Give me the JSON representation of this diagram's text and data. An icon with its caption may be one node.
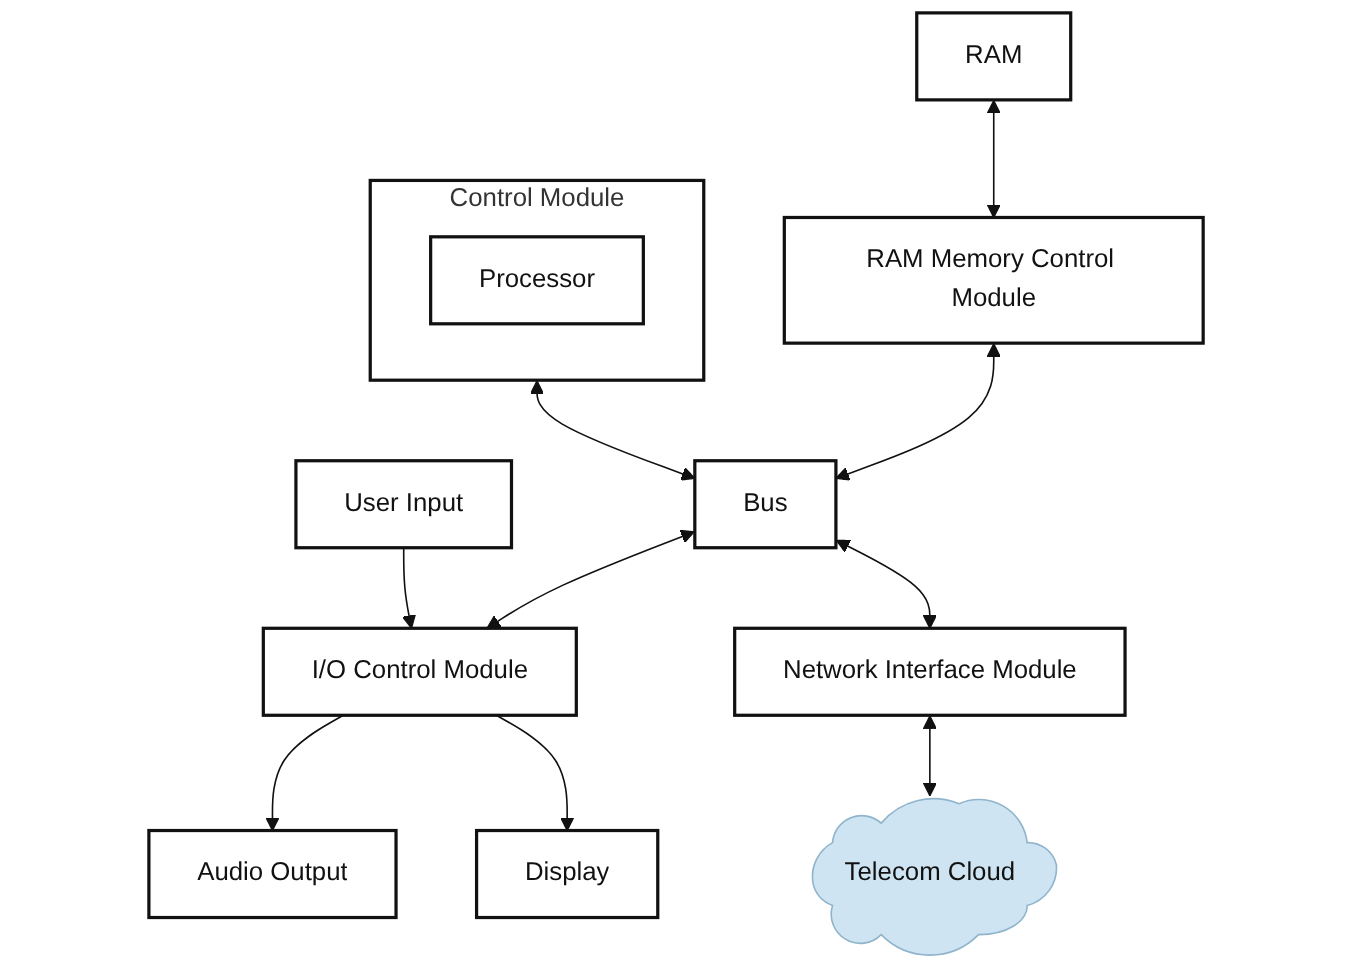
{
  "diagram": {
    "nodes": [
      {
        "text": [
          "RAM"
        ]
      },
      {
        "text": [
          "RAM Memory Control Module"
        ]
      },
      {
        "text": [
          "Control Module"
        ]
      },
      {
        "text": [
          "Processor"
        ],
        "in": 2
      },
      {
        "text": [
          "Bus"
        ]
      },
      {
        "text": [
          "I/O Control Module"
        ]
      },
      {
        "text": [
          "Network Interface Module"
        ]
      },
      {
        "text": [
          "Audio Output"
        ]
      },
      {
        "text": [
          "Display"
        ]
      },
      {
        "text": [
          "User Input"
        ]
      },
      {
        "text": [
          "Telecom Cloud"
        ]
      }
    ],
    "edges": [
      {
        "from": 0,
        "to": 1,
        "arrow": "both"
      },
      {
        "from": 1,
        "to": 4,
        "arrow": "both"
      },
      {
        "from": 2,
        "to": 4,
        "arrow": "both"
      },
      {
        "from": 4,
        "to": 5,
        "arrow": "both"
      },
      {
        "from": 4,
        "to": 6,
        "arrow": "both"
      },
      {
        "from": 5,
        "to": 7,
        "arrow": "to"
      },
      {
        "from": 5,
        "to": 8,
        "arrow": "to"
      },
      {
        "from": 9,
        "to": 5,
        "arrow": "to"
      },
      {
        "from": 6,
        "to": 10,
        "arrow": "both"
      }
    ]
  }
}
